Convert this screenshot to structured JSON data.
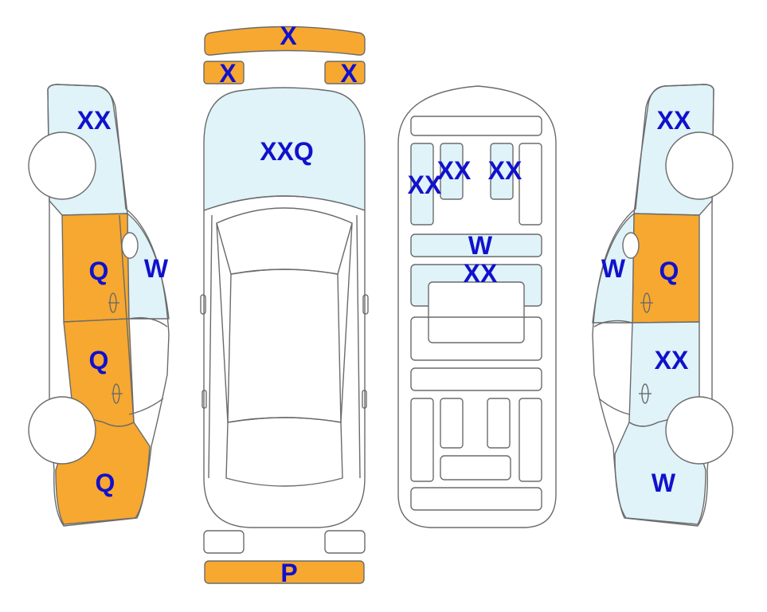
{
  "colors": {
    "damage_major": "#f7a830",
    "damage_minor": "#dff3f9",
    "none": "#ffffff",
    "outline": "#6b6b6b",
    "code_text": "#1111cc"
  },
  "labels": {
    "front_bumper": "X",
    "front_left_light": "X",
    "front_right_light": "X",
    "hood": "XXQ",
    "rear_bumper": "P",
    "left_front_fender": "XX",
    "left_front_door": "Q",
    "left_mirror": "W",
    "left_rear_door": "Q",
    "left_quarter": "Q",
    "right_front_fender": "XX",
    "right_front_door": "Q",
    "right_mirror": "W",
    "right_rear_door": "XX",
    "right_quarter": "W",
    "interior_left_seat": "XX",
    "interior_front_seat_1": "XX",
    "interior_front_seat_2": "XX",
    "interior_dashboard": "W",
    "interior_console": "XX"
  }
}
